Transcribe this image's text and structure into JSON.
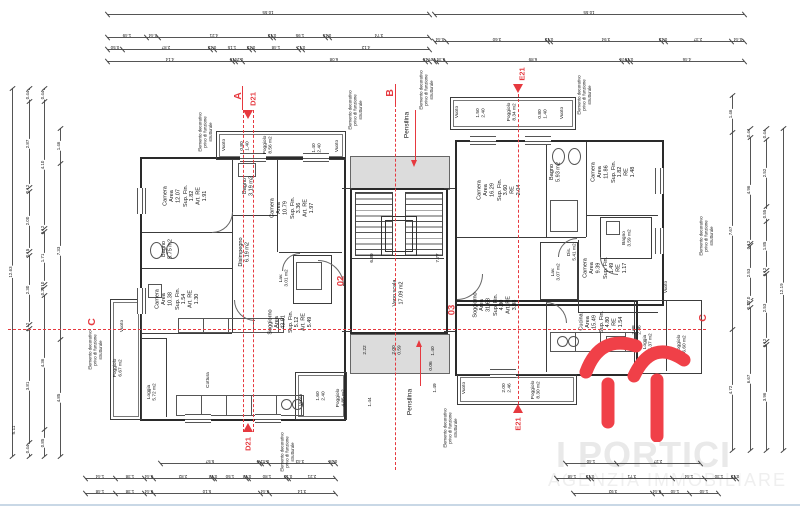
{
  "colors": {
    "annotation_red": "#e6393f",
    "wall": "#2a2a2a",
    "canopy_gray": "#dcdcdc",
    "watermark_gray": "#e9e9e9",
    "logo_red": "#f04048"
  },
  "watermark": {
    "brand": "I PORTICI",
    "tagline": "AGENZIA IMMOBILIARE"
  },
  "notes": {
    "decor": [
      "Elemento decorativo",
      "privo di funzione",
      "strutturale"
    ],
    "pensilina": "Pensilina"
  },
  "markers": {
    "a": "A",
    "b": "B",
    "c": "C",
    "d21": "D21",
    "e21": "E21",
    "unit_left": "02",
    "unit_right": "03"
  },
  "stair": {
    "vano": [
      "Vano scala",
      "17.09 m2"
    ],
    "h_left": "6.89",
    "h_right": "7.77",
    "below": {
      "w": "2.22",
      "pair": [
        "2.00",
        "0.59"
      ],
      "r": "1.40",
      "r2": "1.49",
      "l2": "1.44",
      "small": "0.06"
    }
  },
  "unit02": {
    "camera1": [
      "Camera",
      "Area",
      "12.07",
      "Sup. Fin.",
      "1.82",
      "Art. RE",
      "1.91"
    ],
    "bagno1": [
      "Bagno",
      "5.75 m2"
    ],
    "camera2": [
      "Camera",
      "Area",
      "10.38",
      "Sup. Fin.",
      "1.54",
      "Art. RE",
      "1.30"
    ],
    "bagno2": [
      "Bagno",
      "3.19 m2"
    ],
    "disimpegno": [
      "Disimpegno",
      "6.19 m2"
    ],
    "camera3": [
      "Camera",
      "Area",
      "10.79",
      "Sup. Fin.",
      "3.36",
      "Art. RE",
      "1.97"
    ],
    "lavanderia": [
      "Lav.",
      "3.01 m2"
    ],
    "soggiorno": [
      "Soggiorno",
      "Area",
      "43.91",
      "Sup. Fin.",
      "5.12",
      "Art. RE",
      "5.49"
    ],
    "cottura": "Cottura",
    "loggia": [
      "Loggia",
      "5.72 m2"
    ],
    "poggiolo_top": [
      "Poggiolo",
      "8.56 m2"
    ],
    "poggiolo_left": [
      "Poggiolo",
      "6.67 m2"
    ],
    "poggiolo_bottom": [
      "Poggiolo",
      "4.85 m2"
    ],
    "vuoto": "Vuoto",
    "dims_top_left": [
      "0.80",
      "1.40"
    ],
    "dims_top_right": [
      "1.40",
      "2.40"
    ],
    "dims_bottom": [
      "1.60",
      "2.40"
    ]
  },
  "unit03": {
    "poggiolo_top": [
      "Poggiolo",
      "8.34 m2"
    ],
    "camera1": [
      "Camera",
      "Area",
      "16.29",
      "Sup. Fin.",
      "3.60",
      "RE",
      "2.04"
    ],
    "bagno1": [
      "Bagno",
      "5.93 m2"
    ],
    "camera2": [
      "Camera",
      "Area",
      "11.86",
      "Sup. Fin.",
      "1.82",
      "RE",
      "1.48"
    ],
    "bagno2": [
      "Bagno",
      "3.59 m2"
    ],
    "disimpegno": [
      "Dis.",
      "5.41 m2"
    ],
    "lavanderia": [
      "Lav.",
      "3.07 m2"
    ],
    "camera3": [
      "Camera",
      "Area",
      "9.39",
      "Sup. Fin.",
      "1.49",
      "RE",
      "1.17"
    ],
    "soggiorno": [
      "Soggiorno",
      "Area",
      "31.68",
      "Sup. Fin.",
      "4.80",
      "Art. RE",
      "3.98"
    ],
    "cucina": [
      "Cucina",
      "Area",
      "15.49",
      "Sup. Fin.",
      "4.80",
      "RE",
      "1.54"
    ],
    "loggia": [
      "Loggia",
      "5.37 m2"
    ],
    "poggiolo_right": [
      "Poggiolo",
      "6.60 m2"
    ],
    "poggiolo_bottom": [
      "Poggiolo",
      "8.30 m2"
    ],
    "vuoto": "Vuoto",
    "dims_top_left": [
      "1.50",
      "2.40"
    ],
    "dims_top_right": [
      "0.80",
      "1.40"
    ],
    "dims_bottom": [
      "2.00",
      "2.46"
    ],
    "dims_loggia": [
      "2.08",
      "2.46"
    ]
  },
  "misc_dims": {
    "left_bottom": "5.11"
  },
  "dims": {
    "top": {
      "r1l": [
        "10.55"
      ],
      "r2l": [
        "1.49",
        "0.44",
        "4.21",
        "0.12",
        "1.95",
        "0.15",
        "3.74"
      ],
      "r3l": [
        "0.50",
        "2.87",
        "0.12",
        "1.15",
        "0.12",
        "1.48",
        "0.12",
        "4.12"
      ],
      "r4l": [
        "4.14",
        "0.10",
        "0.24",
        "6.08",
        "0.10"
      ],
      "r1r": [
        "10.55"
      ],
      "r2r": [
        "0.44",
        "3.60",
        "0.12",
        "3.94",
        "0.12",
        "2.37",
        "0.44"
      ],
      "r3r": [
        "0.10",
        "0.34",
        "6.89",
        "0.24",
        "0.10",
        "4.46"
      ]
    },
    "bottom": {
      "r1l": [
        "5.57",
        "0.10",
        "0.41",
        "3.43",
        "0.26"
      ],
      "r2l": [
        "1.44",
        "1.38",
        "0.44",
        "2.82",
        "0.12",
        "1.50",
        "0.12",
        "1.80",
        "0.12",
        "2.21"
      ],
      "r3l": [
        "1.48",
        "1.38",
        "0.44",
        "5.10",
        "0.44",
        "3.14"
      ],
      "r1r": [
        "1.40",
        "2.27"
      ],
      "r2r": [
        "1.48",
        "0.12",
        "3.71",
        "1.44",
        "1.30",
        "0.12"
      ],
      "r3r": [
        "3.92",
        "0.44",
        "1.40",
        "1.40"
      ]
    },
    "left": {
      "c1": [
        "12.63"
      ],
      "c2": [
        "0.44",
        "2.87",
        "0.12",
        "2.00",
        "0.15",
        "2.30",
        "0.12",
        "3.81",
        "0.44"
      ],
      "c3": [
        "0.44",
        "4.10",
        "0.12",
        "1.71",
        "0.10",
        "0.25",
        "4.36",
        "0.85"
      ],
      "c4": [
        "1.46",
        "7.33",
        "4.85"
      ]
    },
    "right": {
      "c1": [
        "1.46",
        "7.67",
        "4.72"
      ],
      "c2": [
        "0.44",
        "4.96",
        "0.12",
        "2.53",
        "0.10",
        "0.25",
        "6.67"
      ],
      "c3": [
        "0.44",
        "2.52",
        "0.55",
        "1.85",
        "0.12",
        "2.53",
        "0.12",
        "3.96"
      ],
      "c4": [
        "12.19"
      ]
    }
  }
}
